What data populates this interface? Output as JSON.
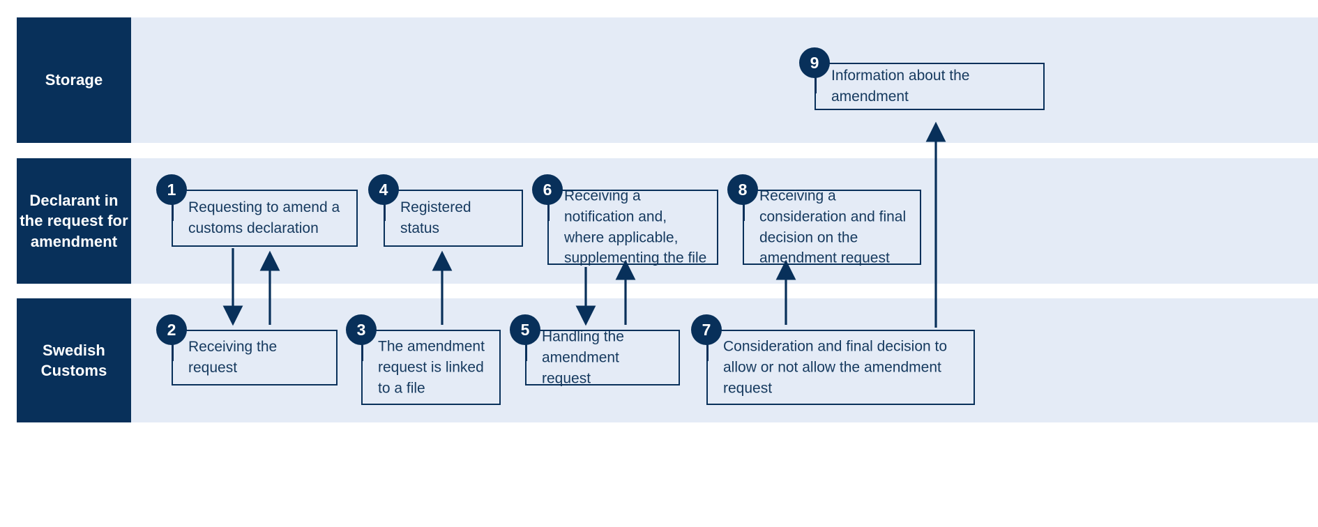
{
  "diagram": {
    "title": "Amendment request process - swimlane diagram",
    "colors": {
      "lane_header_bg": "#08305a",
      "lane_body_bg": "#e4ebf6",
      "box_border": "#08305a",
      "text": "#15395e",
      "badge_bg": "#08305a",
      "badge_text": "#ffffff",
      "arrow": "#08305a"
    }
  },
  "lanes": [
    {
      "id": "storage",
      "label": "Storage"
    },
    {
      "id": "declarant",
      "label": "Declarant in the request for amendment"
    },
    {
      "id": "customs",
      "label": "Swedish Customs"
    }
  ],
  "steps": [
    {
      "number": "1",
      "lane": "declarant",
      "text": "Requesting to amend a customs declaration"
    },
    {
      "number": "2",
      "lane": "customs",
      "text": "Receiving the request"
    },
    {
      "number": "3",
      "lane": "customs",
      "text": "The amendment request is linked to a file"
    },
    {
      "number": "4",
      "lane": "declarant",
      "text": "Registered status"
    },
    {
      "number": "5",
      "lane": "customs",
      "text": "Handling the amendment request"
    },
    {
      "number": "6",
      "lane": "declarant",
      "text": "Receiving a notification and, where applicable, supplementing the file"
    },
    {
      "number": "7",
      "lane": "customs",
      "text": "Consideration and final decision to allow or not allow the amendment request"
    },
    {
      "number": "8",
      "lane": "declarant",
      "text": "Receiving a consideration and final decision on the amendment request"
    },
    {
      "number": "9",
      "lane": "storage",
      "text": "Information about the amendment"
    }
  ],
  "connections": [
    {
      "from": "1",
      "to": "2",
      "direction": "down"
    },
    {
      "from": "2",
      "to": "4",
      "direction": "up"
    },
    {
      "from": "3",
      "to": "4",
      "direction": "up"
    },
    {
      "from": "6",
      "to": "5",
      "direction": "down"
    },
    {
      "from": "5",
      "to": "6",
      "direction": "up"
    },
    {
      "from": "7",
      "to": "8",
      "direction": "up"
    },
    {
      "from": "7",
      "to": "9",
      "direction": "up"
    }
  ]
}
